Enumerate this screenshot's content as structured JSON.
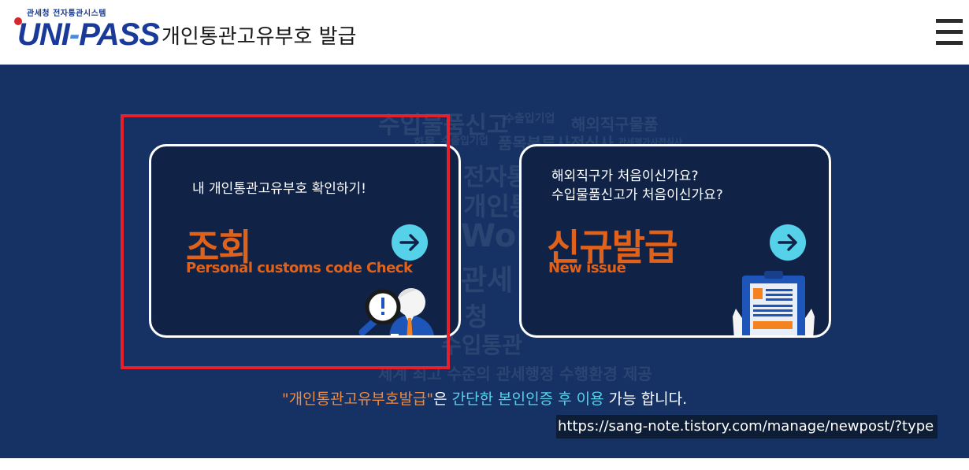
{
  "header": {
    "logo_sub": "관세청 전자통관시스템",
    "logo_text_a": "UNI",
    "logo_text_dash": "-",
    "logo_text_b": "PASS",
    "page_title": "개인통관고유부호 발급",
    "menu_icon": "hamburger-menu-icon"
  },
  "background_words": [
    "수입물품신고",
    "수출입기업",
    "해외직구물품",
    "화물",
    "수출입기업",
    "품목분류사전심사",
    "관세평가사전심사",
    "전자통관",
    "개인통",
    "World",
    "관세",
    "청",
    "수입통관",
    "세계 최고 수준의 관세행정 수행환경 제공"
  ],
  "cards": {
    "lookup": {
      "subtitle": "내 개인통관고유부호 확인하기!",
      "title": "조회",
      "title_en": "Personal customs code Check",
      "arrow_icon": "arrow-right-icon",
      "illustration_icon": "magnifier-person-icon"
    },
    "issue": {
      "subtitle_line1": "해외직구가 처음이신가요?",
      "subtitle_line2": "수입물품신고가 처음이신가요?",
      "title": "신규발급",
      "title_en": "New issue",
      "arrow_icon": "arrow-right-icon",
      "illustration_icon": "clipboard-document-icon"
    }
  },
  "notice": {
    "part1": "\"개인통관고유부호발급\"",
    "part2": "은 ",
    "part3": "간단한 본인인증 후 이용",
    "part4": " 가능 합니다."
  },
  "url_overlay": "https://sang-note.tistory.com/manage/newpost/?type",
  "colors": {
    "banner_bg": "#163264",
    "card_bg": "#102347",
    "accent_orange": "#e0621a",
    "accent_cyan": "#55d2ea",
    "highlight_red": "#e3202b"
  }
}
